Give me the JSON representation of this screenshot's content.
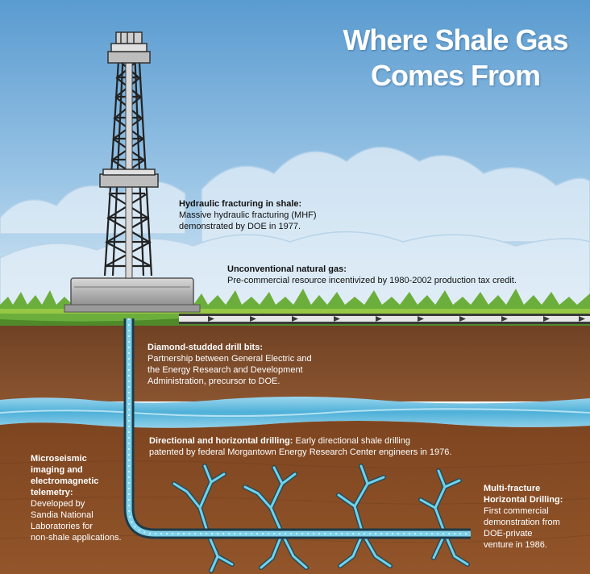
{
  "title": {
    "line1": "Where Shale Gas",
    "line2": "Comes From"
  },
  "annotations": {
    "hydraulic_fracturing": {
      "heading": "Hydraulic fracturing in shale:",
      "line1": "Massive hydraulic fracturing (MHF)",
      "line2": "demonstrated by DOE in 1977."
    },
    "unconventional_gas": {
      "heading": "Unconventional natural gas:",
      "line1": "Pre-commercial resource incentivized by 1980-2002 production tax credit."
    },
    "diamond_bits": {
      "heading": "Diamond-studded drill bits:",
      "line1": "Partnership between General Electric and",
      "line2": "the Energy Research and Development",
      "line3": "Administration, precursor to DOE."
    },
    "directional_drilling": {
      "heading": "Directional and horizontal drilling:",
      "line1": "Early directional shale drilling",
      "line2": "patented by federal Morgantown Energy Research Center engineers in 1976."
    },
    "microseismic": {
      "heading1": "Microseismic",
      "heading2": "imaging and",
      "heading3": "electromagnetic",
      "heading4": "telemetry:",
      "line1": "Developed by",
      "line2": "Sandia National",
      "line3": "Laboratories for",
      "line4": "non-shale applications."
    },
    "multi_fracture": {
      "heading1": "Multi-fracture",
      "heading2": "Horizontal Drilling:",
      "line1": "First commercial",
      "line2": "demonstration from",
      "line3": "DOE-private",
      "line4": "venture in 1986."
    }
  },
  "colors": {
    "sky_top": "#5a9bd0",
    "sky_bottom": "#cfe3f2",
    "grass": "#6cae3c",
    "soil_upper": "#7a4a28",
    "water_layer": "#5bb3d8",
    "shale": "#8a4f24",
    "pipe_outer": "#1c3b4a",
    "pipe_inner": "#7fd0e8",
    "fracture": "#6fd3ea"
  }
}
